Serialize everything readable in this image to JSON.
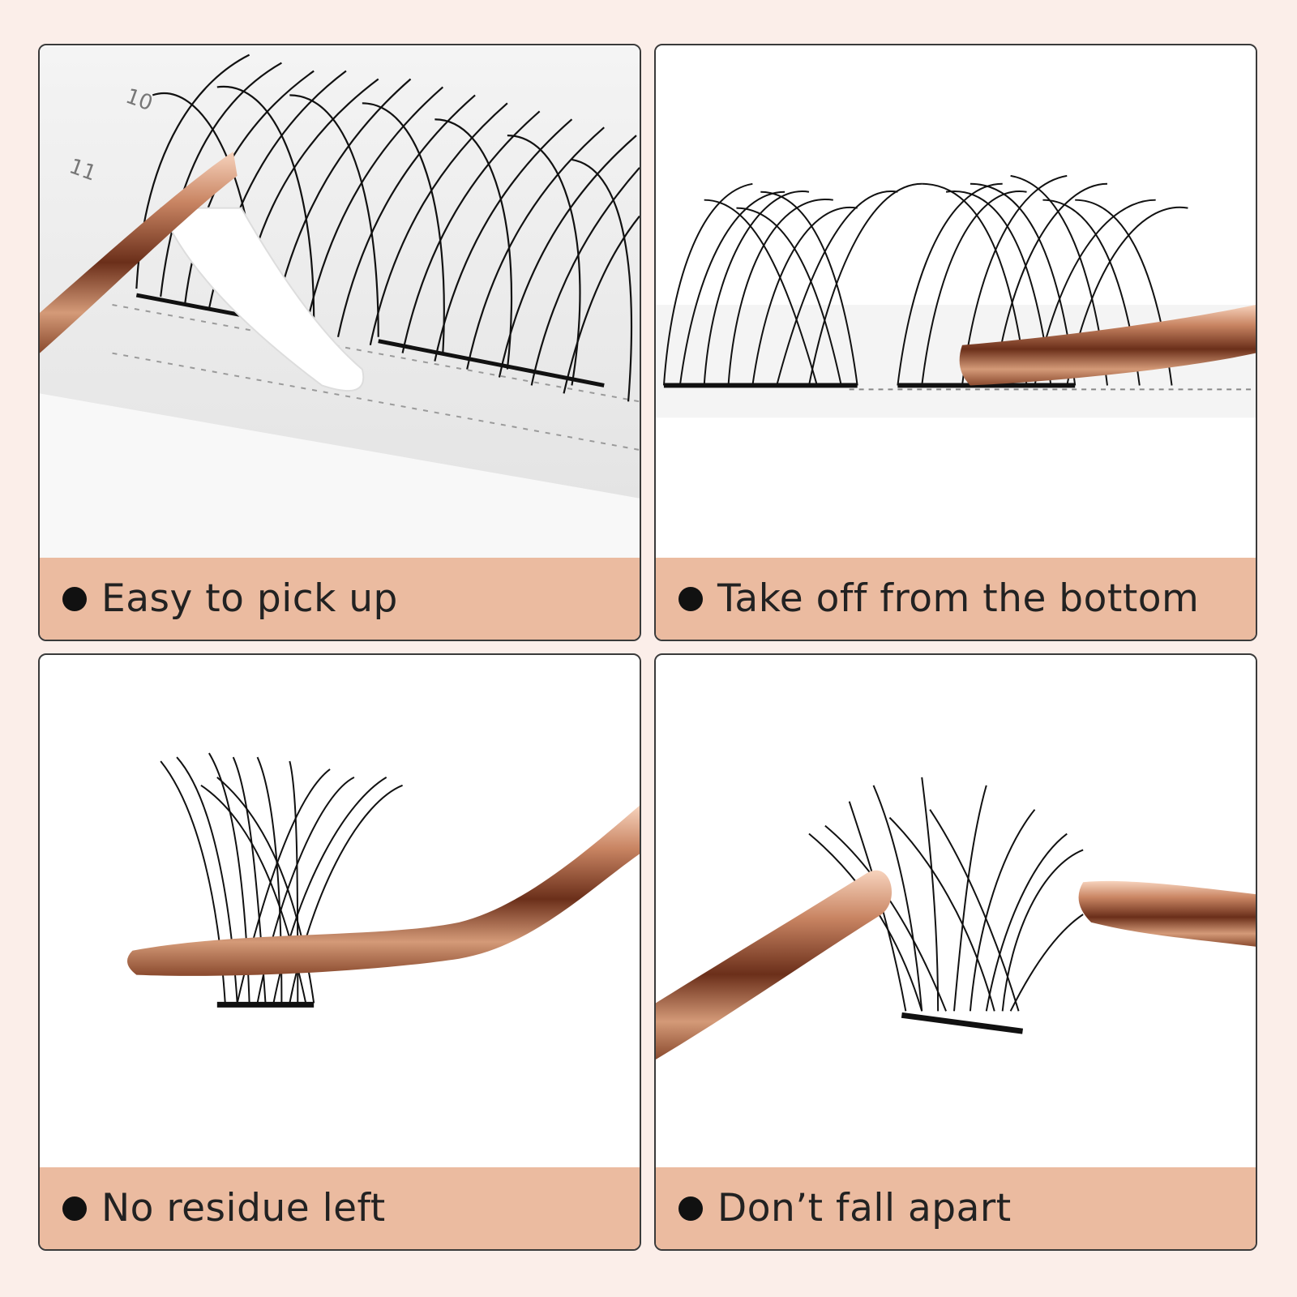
{
  "colors": {
    "background": "#fbeee9",
    "caption_bar": "#ebbba0",
    "border": "#3a3a3a",
    "tweezer": "#b8704e"
  },
  "panels": [
    {
      "caption": "Easy to pick up",
      "tray_row_labels": [
        "10",
        "11"
      ]
    },
    {
      "caption": "Take off from the bottom"
    },
    {
      "caption": "No residue left"
    },
    {
      "caption": "Don’t fall apart"
    }
  ]
}
